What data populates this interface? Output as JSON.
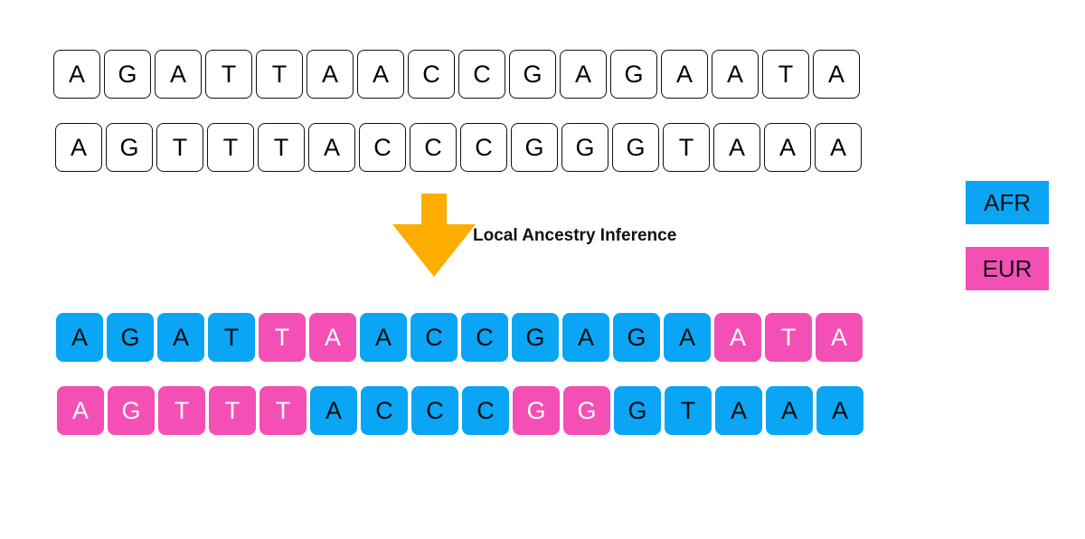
{
  "colors": {
    "afr": "#0aa5f4",
    "eur": "#f44fb4",
    "arrow": "#fcad00"
  },
  "input_sequences": [
    [
      "A",
      "G",
      "A",
      "T",
      "T",
      "A",
      "A",
      "C",
      "C",
      "G",
      "A",
      "G",
      "A",
      "A",
      "T",
      "A"
    ],
    [
      "A",
      "G",
      "T",
      "T",
      "T",
      "A",
      "C",
      "C",
      "C",
      "G",
      "G",
      "G",
      "T",
      "A",
      "A",
      "A"
    ]
  ],
  "arrow_label": "Local Ancestry Inference",
  "output_sequences": [
    {
      "bases": [
        "A",
        "G",
        "A",
        "T",
        "T",
        "A",
        "A",
        "C",
        "C",
        "G",
        "A",
        "G",
        "A",
        "A",
        "T",
        "A"
      ],
      "ancestry": [
        "AFR",
        "AFR",
        "AFR",
        "AFR",
        "EUR",
        "EUR",
        "AFR",
        "AFR",
        "AFR",
        "AFR",
        "AFR",
        "AFR",
        "AFR",
        "EUR",
        "EUR",
        "EUR"
      ]
    },
    {
      "bases": [
        "A",
        "G",
        "T",
        "T",
        "T",
        "A",
        "C",
        "C",
        "C",
        "G",
        "G",
        "G",
        "T",
        "A",
        "A",
        "A"
      ],
      "ancestry": [
        "EUR",
        "EUR",
        "EUR",
        "EUR",
        "EUR",
        "AFR",
        "AFR",
        "AFR",
        "AFR",
        "EUR",
        "EUR",
        "AFR",
        "AFR",
        "AFR",
        "AFR",
        "AFR"
      ]
    }
  ],
  "legend": {
    "afr": "AFR",
    "eur": "EUR"
  }
}
